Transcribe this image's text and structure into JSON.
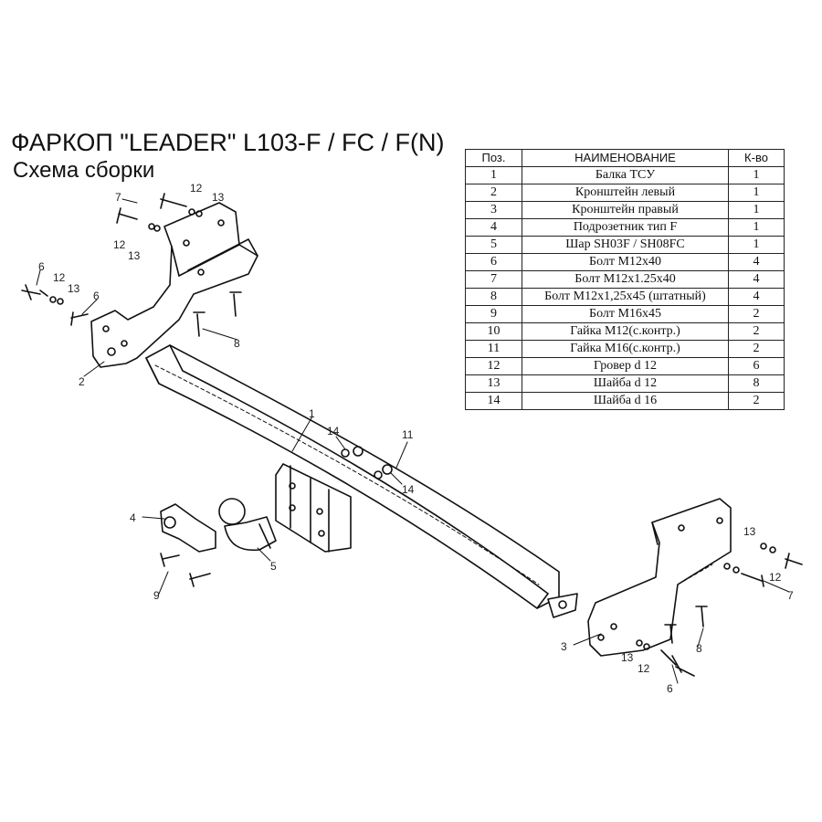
{
  "header": {
    "title": "ФАРКОП \"LEADER\" L103-F / FC / F(N)",
    "subtitle": "Схема сборки"
  },
  "parts_table": {
    "headers": [
      "Поз.",
      "НАИМЕНОВАНИЕ",
      "К-во"
    ],
    "rows": [
      {
        "pos": "1",
        "name": "Балка ТСУ",
        "qty": "1"
      },
      {
        "pos": "2",
        "name": "Кронштейн левый",
        "qty": "1"
      },
      {
        "pos": "3",
        "name": "Кронштейн правый",
        "qty": "1"
      },
      {
        "pos": "4",
        "name": "Подрозетник тип F",
        "qty": "1"
      },
      {
        "pos": "5",
        "name": "Шар SH03F / SH08FC",
        "qty": "1"
      },
      {
        "pos": "6",
        "name": "Болт М12x40",
        "qty": "4"
      },
      {
        "pos": "7",
        "name": "Болт М12x1.25x40",
        "qty": "4"
      },
      {
        "pos": "8",
        "name": "Болт М12x1,25x45 (штатный)",
        "qty": "4"
      },
      {
        "pos": "9",
        "name": "Болт М16x45",
        "qty": "2"
      },
      {
        "pos": "10",
        "name": "Гайка М12(с.контр.)",
        "qty": "2"
      },
      {
        "pos": "11",
        "name": "Гайка М16(с.контр.)",
        "qty": "2"
      },
      {
        "pos": "12",
        "name": "Гровер d 12",
        "qty": "6"
      },
      {
        "pos": "13",
        "name": "Шайба d 12",
        "qty": "8"
      },
      {
        "pos": "14",
        "name": "Шайба d 16",
        "qty": "2"
      }
    ]
  },
  "callouts": {
    "n1": "1",
    "n2": "2",
    "n3": "3",
    "n4": "4",
    "n5": "5",
    "n6": "6",
    "n7": "7",
    "n8": "8",
    "n9": "9",
    "n11": "11",
    "n12": "12",
    "n13": "13",
    "n14": "14"
  }
}
